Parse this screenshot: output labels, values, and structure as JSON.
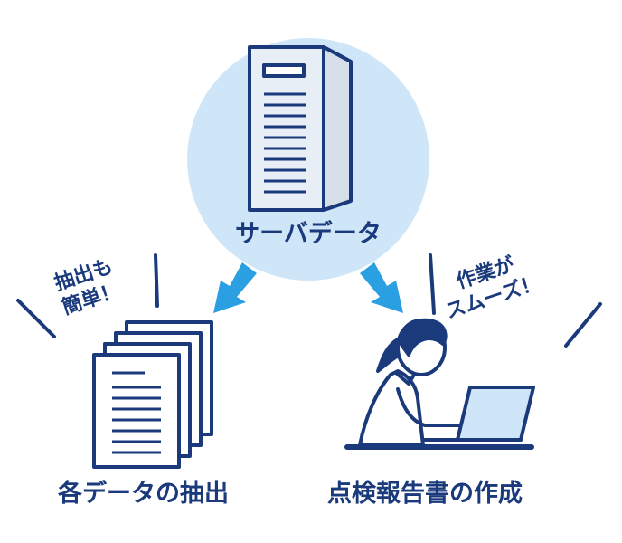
{
  "labels": {
    "server": "サーバデータ",
    "extraction": "各データの抽出",
    "report": "点検報告書の作成"
  },
  "notes": {
    "left_line1": "抽出も",
    "left_line2": "簡単！",
    "right_line1": "作業が",
    "right_line2": "スムーズ！"
  },
  "colors": {
    "navy": "#1a3a7c",
    "circle": "#cfe6f8",
    "arrow": "#2aa0e3",
    "screen": "#cfe6f8",
    "server_body": "#e7eef6"
  },
  "icons": [
    "server-icon",
    "documents-icon",
    "person-laptop-icon"
  ]
}
